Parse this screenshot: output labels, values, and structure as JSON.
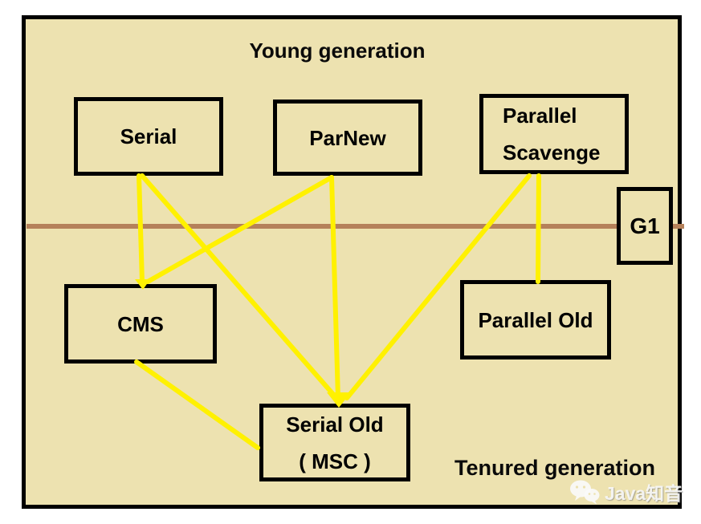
{
  "diagram": {
    "young_generation_label": "Young generation",
    "tenured_generation_label": "Tenured generation"
  },
  "nodes": [
    {
      "id": "serial",
      "label": "Serial"
    },
    {
      "id": "parnew",
      "label": "ParNew"
    },
    {
      "id": "parallel-scavenge",
      "label": "Parallel",
      "label2": "Scavenge"
    },
    {
      "id": "g1",
      "label": "G1"
    },
    {
      "id": "cms",
      "label": "CMS"
    },
    {
      "id": "parallel-old",
      "label": "Parallel Old"
    },
    {
      "id": "serial-old",
      "label": "Serial Old",
      "label2": "( MSC )"
    }
  ],
  "edges": [
    {
      "from": "serial",
      "to": "cms"
    },
    {
      "from": "serial",
      "to": "serial-old"
    },
    {
      "from": "parnew",
      "to": "cms"
    },
    {
      "from": "parnew",
      "to": "serial-old"
    },
    {
      "from": "parallel-scavenge",
      "to": "serial-old"
    },
    {
      "from": "parallel-scavenge",
      "to": "parallel-old"
    },
    {
      "from": "cms",
      "to": "serial-old"
    }
  ],
  "watermark": {
    "icon": "wechat-icon",
    "text": "Java知音"
  },
  "colors": {
    "canvas_background": "#EDE2B0",
    "connector": "#FFF100",
    "divider": "#B5815A",
    "box_border": "#000000"
  }
}
